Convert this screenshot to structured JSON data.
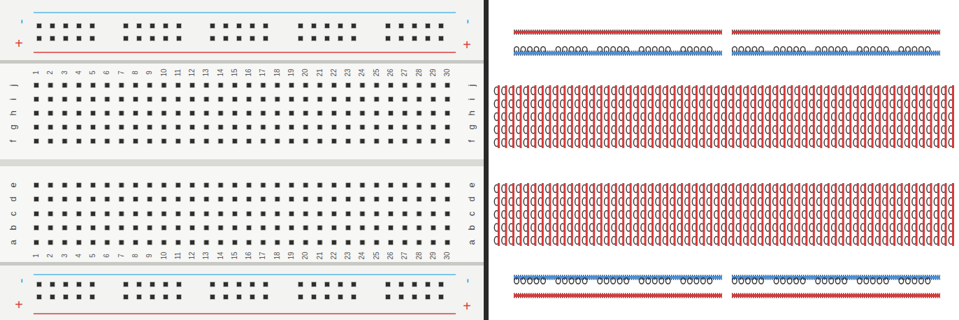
{
  "diagram": {
    "labels": [
      "-",
      "-",
      "+",
      "+",
      "1",
      "2",
      "3",
      "4",
      "5",
      "6",
      "7",
      "8",
      "9",
      "10",
      "11",
      "12",
      "13",
      "14",
      "15",
      "16",
      "17",
      "18",
      "19",
      "20",
      "21",
      "22",
      "23",
      "24",
      "25",
      "26",
      "27",
      "28",
      "29",
      "30",
      "j",
      "j",
      "i",
      "i",
      "h",
      "h",
      "g",
      "g",
      "f",
      "f",
      "e",
      "e",
      "d",
      "d",
      "c",
      "c",
      "b",
      "b",
      "a",
      "a",
      "1",
      "2",
      "3",
      "4",
      "5",
      "6",
      "7",
      "8",
      "9",
      "10",
      "11",
      "12",
      "13",
      "14",
      "15",
      "16",
      "17",
      "18",
      "19",
      "20",
      "21",
      "22",
      "23",
      "24",
      "25",
      "26",
      "27",
      "28",
      "29",
      "30",
      "-",
      "-",
      "+",
      "+"
    ]
  }
}
